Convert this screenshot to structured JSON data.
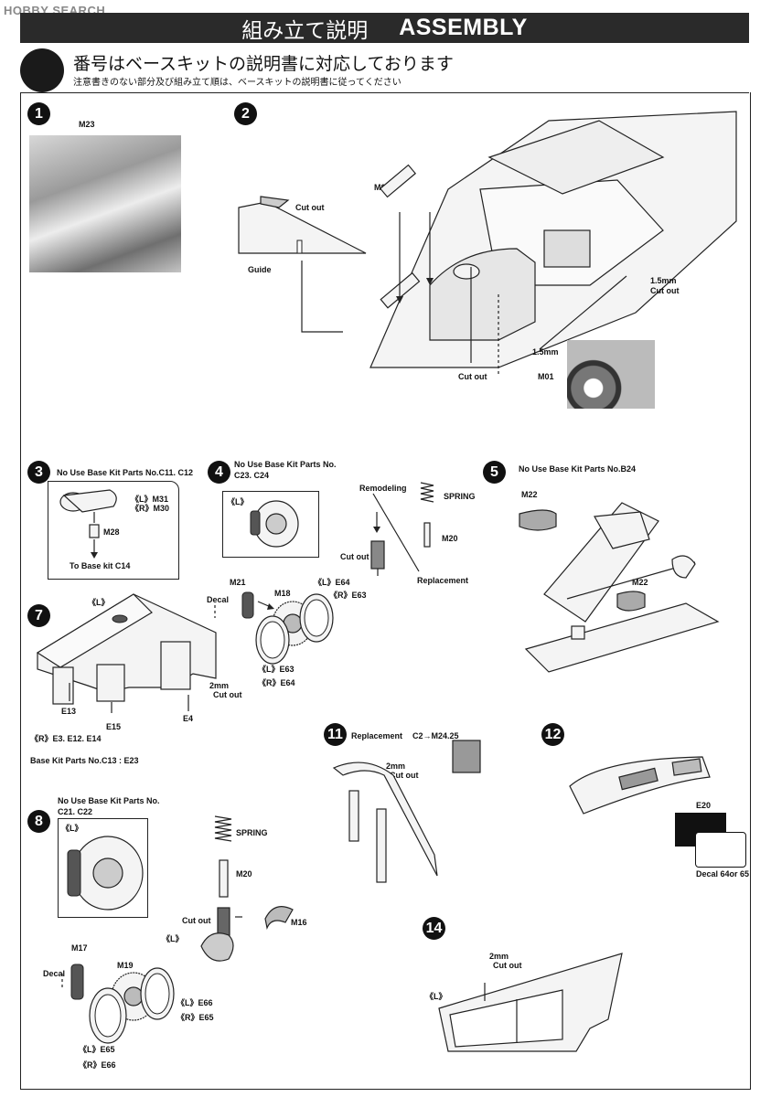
{
  "watermark": "HOBBY SEARCH",
  "header": {
    "title_jp": "組み立て説明",
    "title_en": "ASSEMBLY",
    "subtitle": "番号はベースキットの説明書に対応しております",
    "note": "注意書きのない部分及び組み立て順は、ベースキットの説明書に従ってください"
  },
  "steps": {
    "s1": {
      "number": "1",
      "labels": {
        "part": "M23"
      }
    },
    "s2": {
      "number": "2",
      "labels": {
        "cut_out_a": "Cut out",
        "guide": "Guide",
        "m02": "M02",
        "cut15a": "1.5mm",
        "cut15a_b": "Cut out",
        "cut15b": "1.5mm",
        "cut_out_b": "Cut out",
        "m01": "M01"
      }
    },
    "s3": {
      "number": "3",
      "labels": {
        "no_use": "No Use Base Kit Parts No.C11. C12",
        "lm31": "《L》M31",
        "rm30": "《R》M30",
        "m28": "M28",
        "to_base": "To Base kit C14"
      }
    },
    "s4": {
      "number": "4",
      "labels": {
        "no_use": "No Use Base Kit Parts No.",
        "no_use2": "C23. C24",
        "l": "《L》",
        "remodeling": "Remodeling",
        "spring": "SPRING",
        "m20": "M20",
        "cut_out": "Cut out",
        "replacement": "Replacement"
      }
    },
    "s5": {
      "number": "5",
      "labels": {
        "no_use": "No Use Base Kit Parts No.B24",
        "m22a": "M22",
        "m22b": "M22"
      }
    },
    "s7": {
      "number": "7",
      "labels": {
        "l": "《L》",
        "decal": "Decal",
        "m21": "M21",
        "m18": "M18",
        "le64": "《L》E64",
        "re63": "《R》E63",
        "le63": "《L》E63",
        "re64": "《R》E64",
        "cut2": "2mm",
        "cut2b": "Cut out",
        "e13": "E13",
        "e15": "E15",
        "e4": "E4",
        "r_parts": "《R》E3. E12. E14",
        "base_parts": "Base Kit Parts No.C13  :  E23"
      }
    },
    "s8": {
      "number": "8",
      "labels": {
        "no_use": "No Use Base Kit Parts No.",
        "no_use2": "C21. C22",
        "l": "《L》",
        "spring": "SPRING",
        "m20": "M20",
        "cut_out": "Cut out",
        "m16": "M16",
        "l2": "《L》",
        "m17": "M17",
        "decal": "Decal",
        "m19": "M19",
        "le66": "《L》E66",
        "re65": "《R》E65",
        "le65": "《L》E65",
        "re66": "《R》E66"
      }
    },
    "s11": {
      "number": "11",
      "labels": {
        "replacement": "Replacement",
        "c2": "C2→M24.25",
        "cut2": "2mm",
        "cut2b": "Cut out"
      }
    },
    "s12": {
      "number": "12",
      "labels": {
        "e20": "E20",
        "decal": "Decal 64or 65"
      }
    },
    "s14": {
      "number": "14",
      "labels": {
        "cut2": "2mm",
        "cut2b": "Cut out",
        "l": "《L》"
      }
    }
  }
}
